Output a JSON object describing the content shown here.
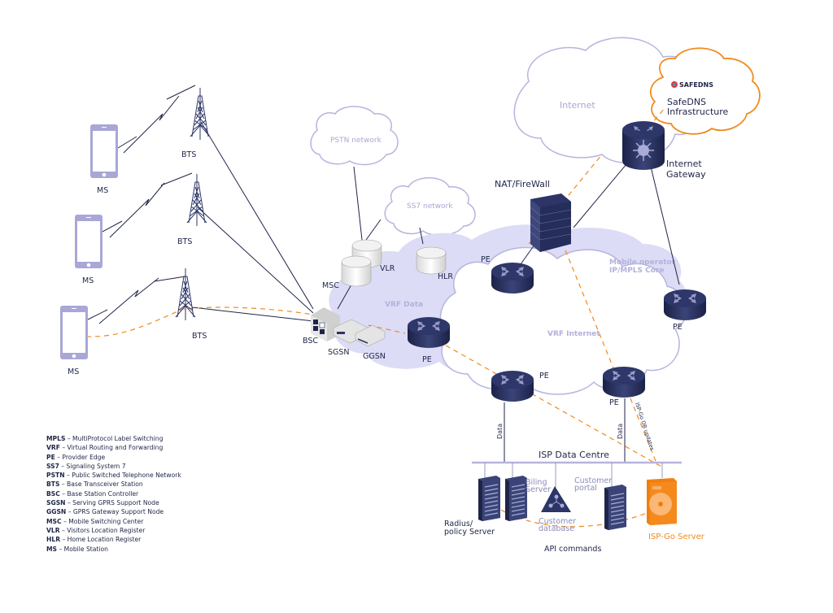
{
  "colors": {
    "navy": "#1e2547",
    "device_navy": "#2c3566",
    "cloud_stroke": "#b6b4de",
    "cloud_fill": "#dcdcf6",
    "orange": "#f08a1e",
    "phone": "#a9a7d6"
  },
  "clouds": {
    "internet": "Internet",
    "safedns_brand": "SAFEDNS",
    "safedns_title_1": "SafeDNS",
    "safedns_title_2": "Infrastructure",
    "pstn": "PSTN network",
    "ss7": "SS7 network",
    "vrf_data": "VRF Data",
    "vrf_internet": "VRF Internet",
    "core_1": "Mobile operator",
    "core_2": "IP/MPLS Core"
  },
  "nodes": {
    "ms": [
      "MS",
      "MS",
      "MS"
    ],
    "bts": [
      "BTS",
      "BTS",
      "BTS"
    ],
    "bsc": "BSC",
    "sgsn": "SGSN",
    "ggsn": "GGSN",
    "msc": "MSC",
    "vlr": "VLR",
    "hlr": "HLR",
    "firewall": "NAT/FireWall",
    "gateway_1": "Internet",
    "gateway_2": "Gateway",
    "pe": [
      "PE",
      "PE",
      "PE",
      "PE",
      "PE"
    ]
  },
  "datacentre": {
    "title": "ISP Data Centre",
    "data_link_1": "Data",
    "data_link_2": "Data",
    "db_updates": "ISP-Go DB updates",
    "radius_1": "Radius/",
    "radius_2": "policy Server",
    "billing_1": "Biling",
    "billing_2": "Server",
    "customer_db_1": "Customer",
    "customer_db_2": "database",
    "portal_1": "Customer",
    "portal_2": "portal",
    "ispgo": "ISP-Go Server",
    "api": "API commands"
  },
  "legend": [
    {
      "abbr": "MPLS",
      "desc": "MultiProtocol Label Switching"
    },
    {
      "abbr": "VRF",
      "desc": "Virtual Routing and Forwarding"
    },
    {
      "abbr": "PE",
      "desc": "Provider Edge"
    },
    {
      "abbr": "SS7",
      "desc": "Signaling System 7"
    },
    {
      "abbr": "PSTN",
      "desc": "Public Switched Telephone Network"
    },
    {
      "abbr": "BTS",
      "desc": "Base Transceiver Station"
    },
    {
      "abbr": "BSC",
      "desc": "Base Station Controller"
    },
    {
      "abbr": "SGSN",
      "desc": "Serving GPRS Support Node"
    },
    {
      "abbr": "GGSN",
      "desc": " GPRS Gateway Support Node"
    },
    {
      "abbr": "MSC",
      "desc": "Mobile Switching Center"
    },
    {
      "abbr": "VLR",
      "desc": "Visitors Location Register"
    },
    {
      "abbr": "HLR",
      "desc": "Home Location Register"
    },
    {
      "abbr": "MS",
      "desc": "Mobile Station"
    }
  ]
}
